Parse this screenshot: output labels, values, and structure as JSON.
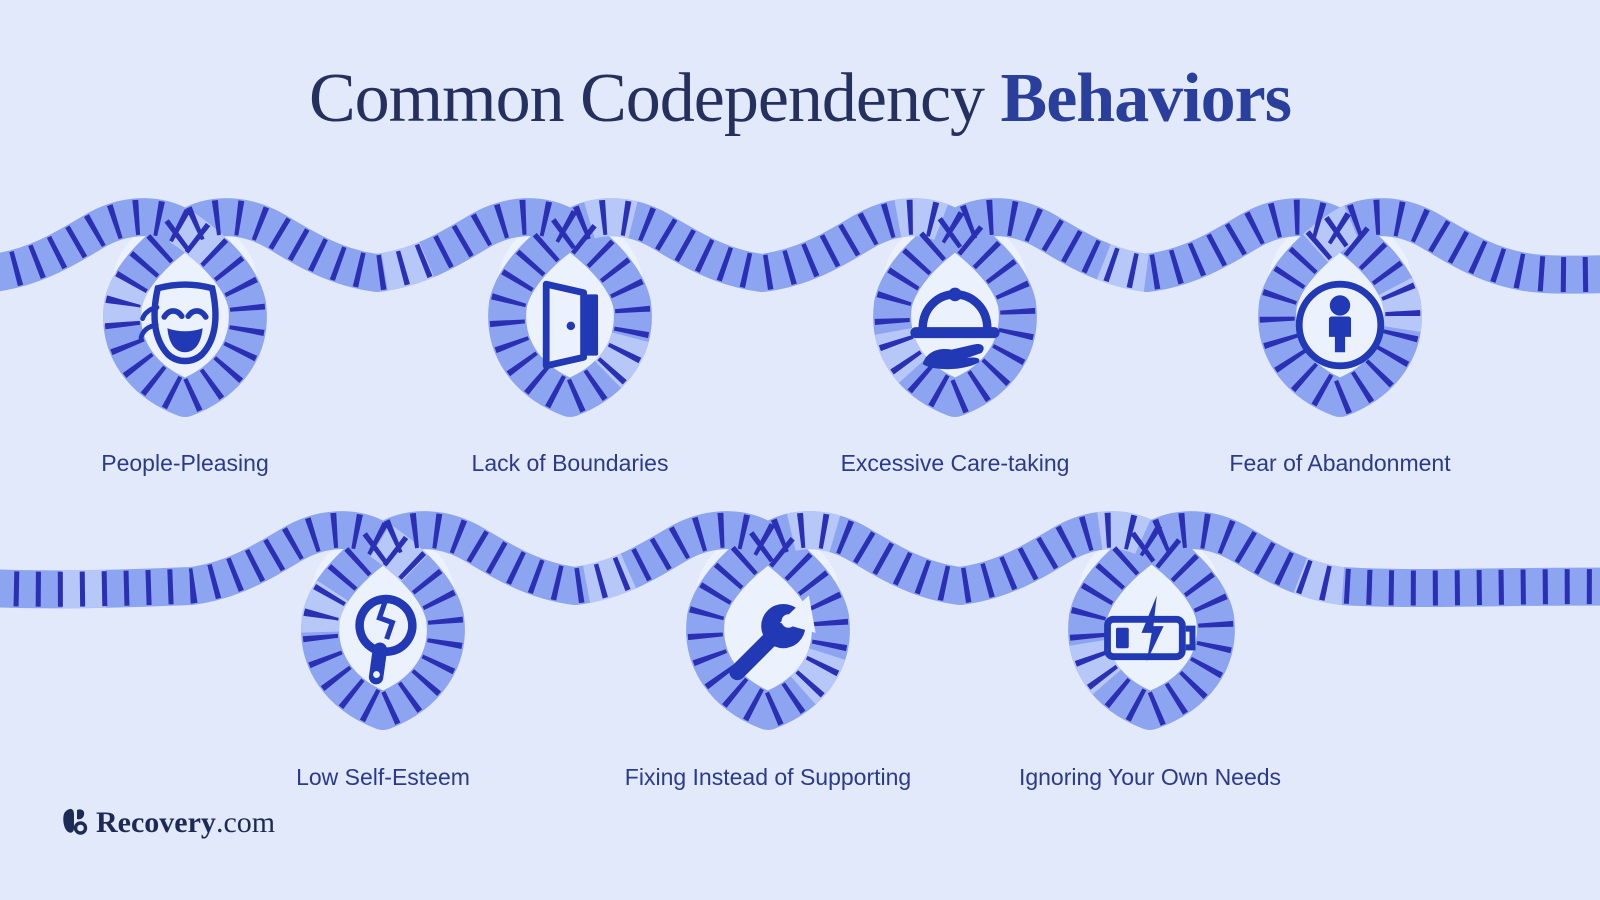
{
  "page": {
    "background": "#e1e9fb"
  },
  "title": {
    "text_regular": "Common Codependency ",
    "text_bold": "Behaviors",
    "color_regular": "#25305f",
    "color_bold": "#2a3f9c"
  },
  "rows": [
    {
      "items": [
        {
          "label": "People-Pleasing",
          "icon": "comedy-mask-icon"
        },
        {
          "label": "Lack of Boundaries",
          "icon": "open-door-icon"
        },
        {
          "label": "Excessive Care-taking",
          "icon": "serving-cloche-icon"
        },
        {
          "label": "Fear of Abandonment",
          "icon": "person-in-circle-icon"
        }
      ]
    },
    {
      "items": [
        {
          "label": "Low Self-Esteem",
          "icon": "cracked-hand-mirror-icon"
        },
        {
          "label": "Fixing Instead of Supporting",
          "icon": "wrench-icon"
        },
        {
          "label": "Ignoring Your Own Needs",
          "icon": "low-battery-icon"
        }
      ]
    }
  ],
  "footer": {
    "brand_name": "Recovery",
    "brand_suffix": ".com"
  },
  "colors": {
    "rope": "#8da5f0",
    "rope_stripe": "#2b2fb3",
    "rope_highlight": "#b7c8f8",
    "heart_inner": "#ebf1fd",
    "icon": "#2139b5",
    "label": "#2b3a8c",
    "logo": "#1d2a55"
  }
}
